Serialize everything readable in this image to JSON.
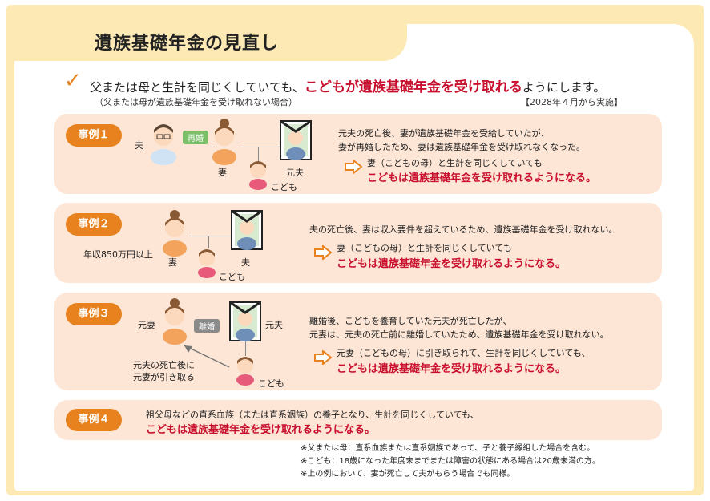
{
  "title": "遺族基礎年金の見直し",
  "lead": {
    "prefix": "父または母と生計を同じくしていても、",
    "emphasis": "こどもが遺族基礎年金を受け取れる",
    "suffix": "ようにします。",
    "sub": "（父または母が遺族基礎年金を受け取れない場合）",
    "implementation": "【2028年４月から実施】"
  },
  "case1": {
    "badge": "事例１",
    "labels": {
      "husband": "夫",
      "remarried": "再婚",
      "wife": "妻",
      "ex_husband": "元夫",
      "child": "こども"
    },
    "line1": "元夫の死亡後、妻が遺族基礎年金を受給していたが、",
    "line2": "妻が再婚したため、妻は遺族基礎年金を受け取れなくなった。",
    "result1": "妻（こどもの母）と生計を同じくしていても",
    "result2": "こどもは遺族基礎年金を受け取れるようになる。"
  },
  "case2": {
    "badge": "事例２",
    "labels": {
      "income": "年収850万円以上",
      "wife": "妻",
      "husband": "夫",
      "child": "こども"
    },
    "line1": "夫の死亡後、妻は収入要件を超えているため、遺族基礎年金を受け取れない。",
    "result1": "妻（こどもの母）と生計を同じくしていても",
    "result2": "こどもは遺族基礎年金を受け取れるようになる。"
  },
  "case3": {
    "badge": "事例３",
    "labels": {
      "ex_wife": "元妻",
      "divorce": "離婚",
      "ex_husband": "元夫",
      "custody1": "元夫の死亡後に",
      "custody2": "元妻が引き取る",
      "child": "こども"
    },
    "line1": "離婚後、こどもを養育していた元夫が死亡したが、",
    "line2": "元妻は、元夫の死亡前に離婚していたため、遺族基礎年金を受け取れない。",
    "result1": "元妻（こどもの母）に引き取られて、生計を同じくしていても、",
    "result2": "こどもは遺族基礎年金を受け取れるようになる。"
  },
  "case4": {
    "badge": "事例４",
    "line1": "祖父母などの直系血族（または直系姻族）の養子となり、生計を同じくしていても、",
    "result": "こどもは遺族基礎年金を受け取れるようになる。"
  },
  "notes": [
    "※父または母：直系血族または直系姻族であって、子と養子縁組した場合を含む。",
    "※こども：18歳になった年度末までまたは障害の状態にある場合は20歳未満の方。",
    "※上の例において、妻が死亡して夫がもらう場合でも同様。"
  ],
  "colors": {
    "accent": "#e8821e",
    "emphasis": "#c8102e",
    "frame": "#fce9b4",
    "case_bg": "#fde6d6"
  }
}
